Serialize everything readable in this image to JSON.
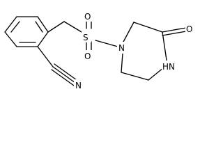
{
  "molecule": {
    "atoms": {
      "sulfur": "S",
      "oxygen_top": "O",
      "oxygen_bottom": "O",
      "ring_nitrogen": "N",
      "carbonyl_oxygen": "O",
      "amide_nh": "HN",
      "nitrile_nitrogen": "N"
    }
  }
}
